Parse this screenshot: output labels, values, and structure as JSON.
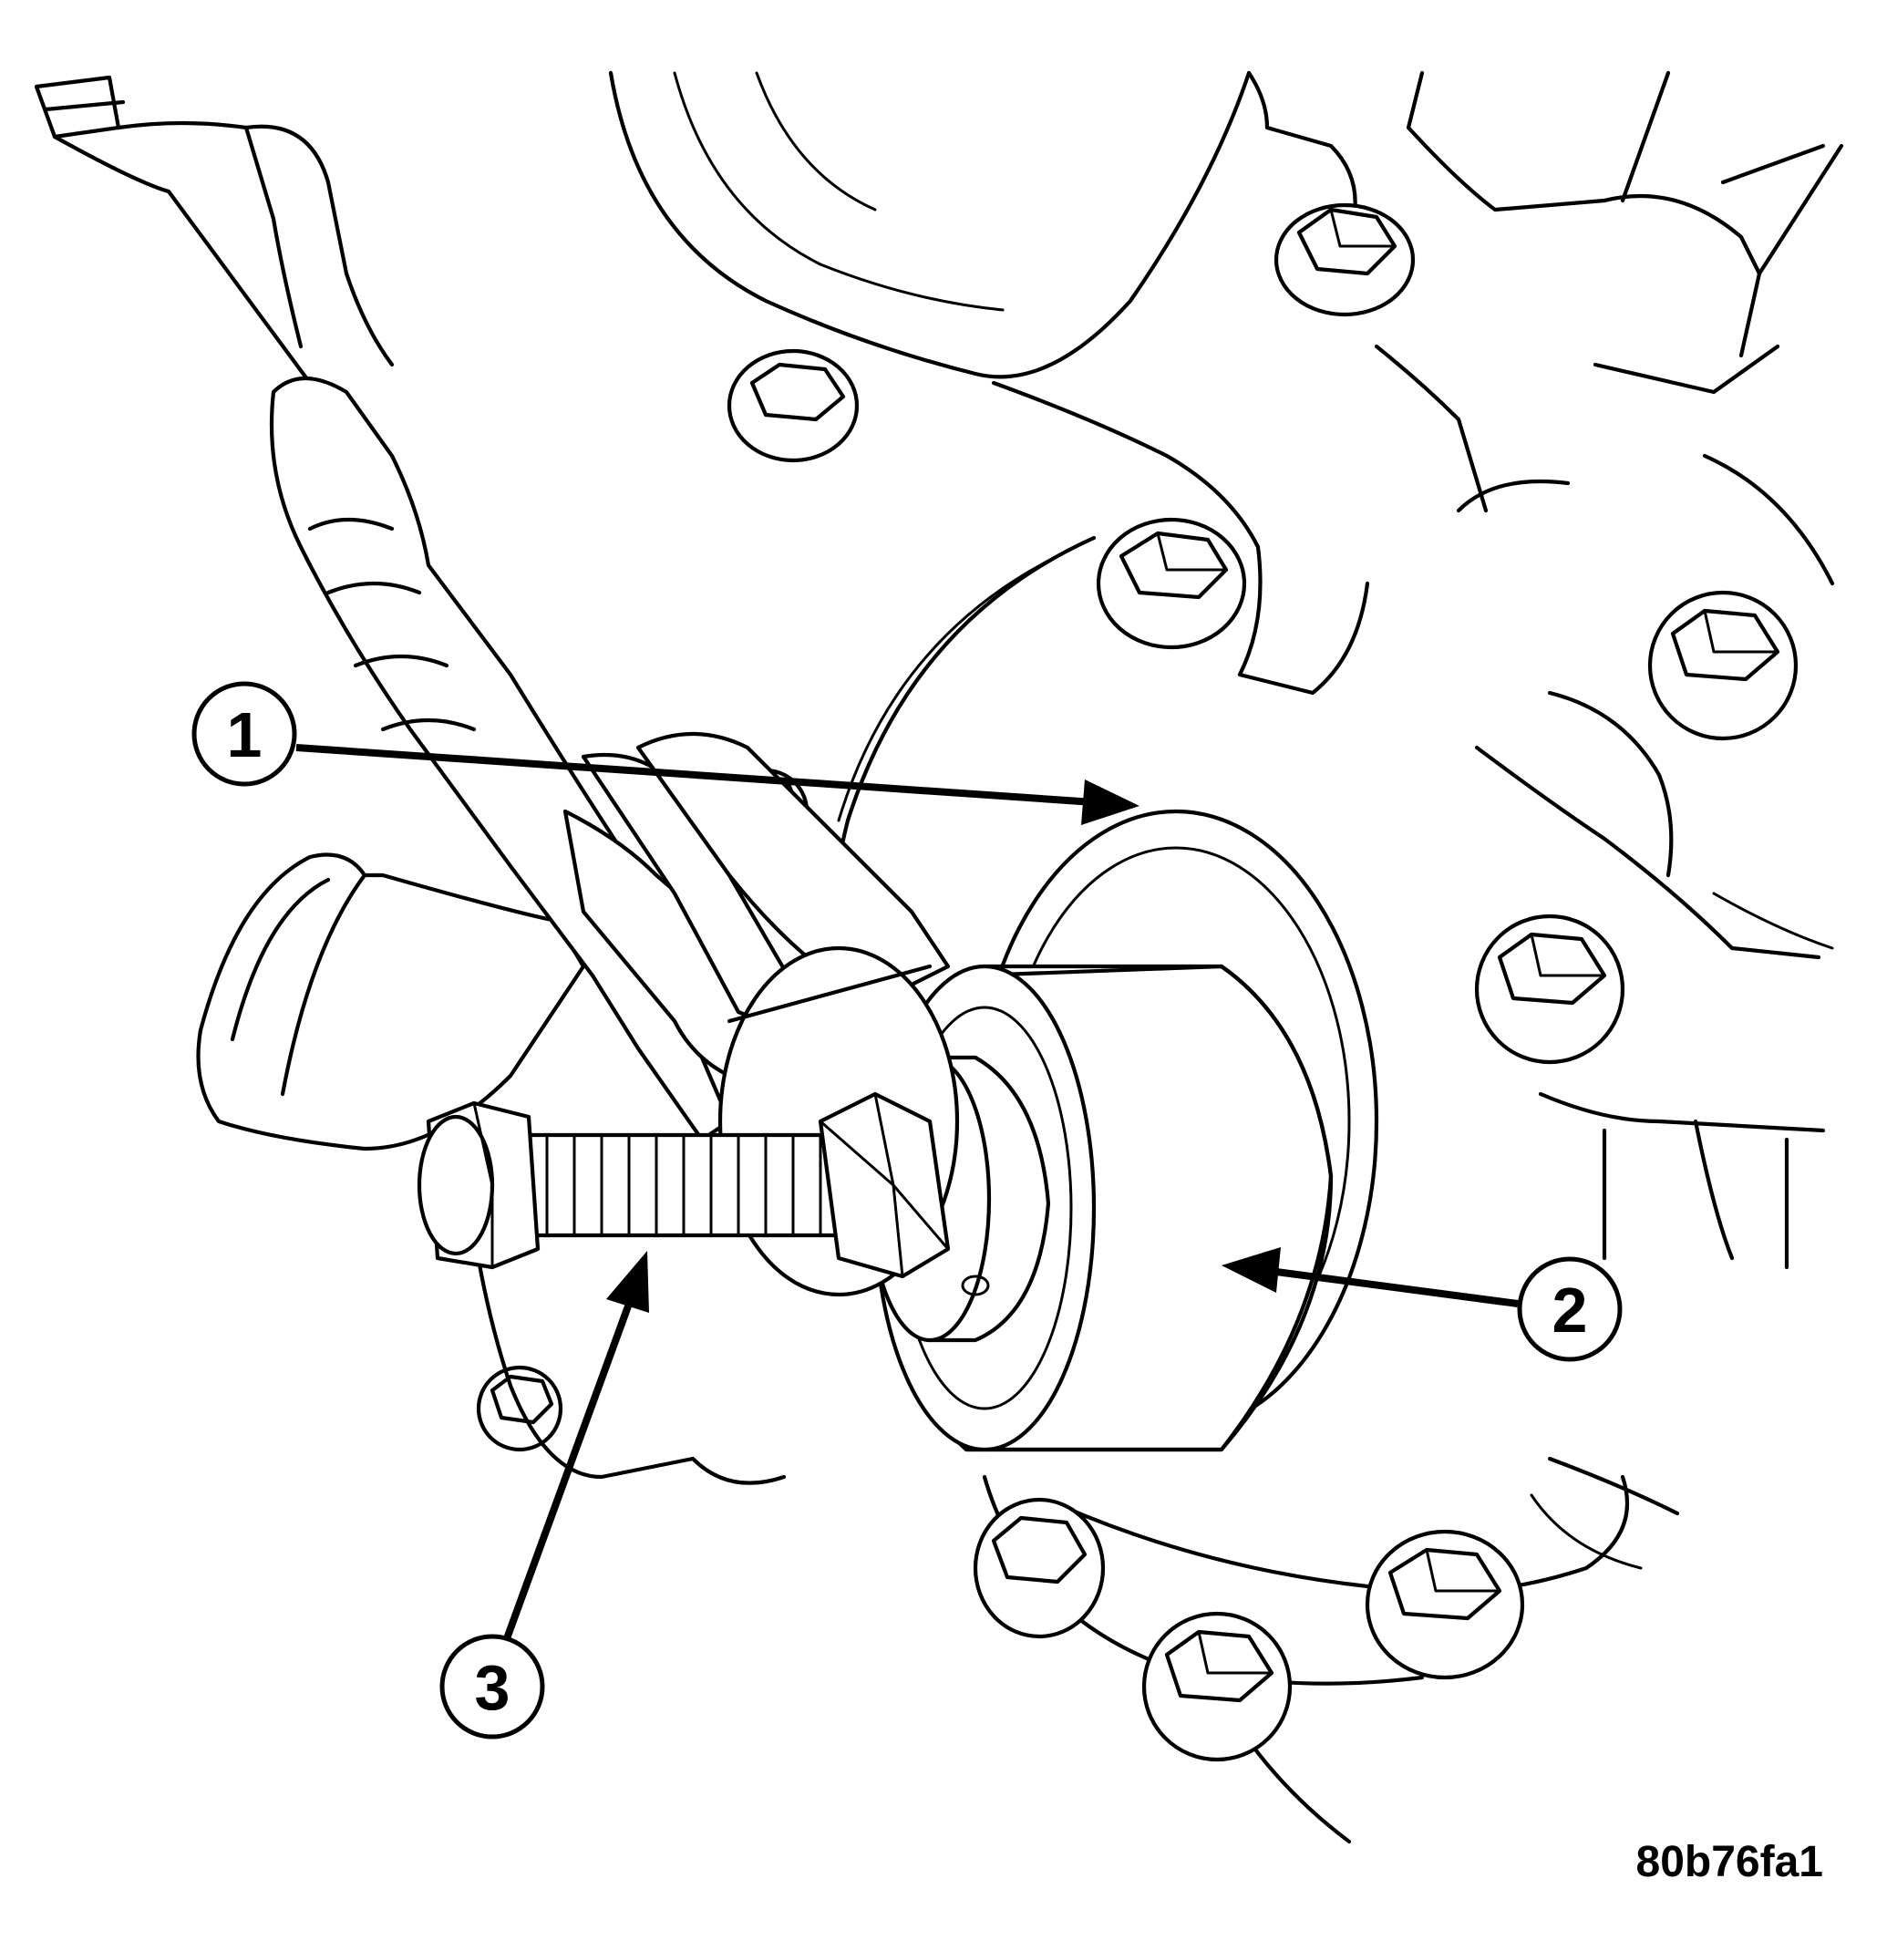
{
  "figure": {
    "id_label": "80b76fa1"
  },
  "callouts": [
    {
      "number": "1",
      "item": "engine-front-cover"
    },
    {
      "number": "2",
      "item": "idler-pulley"
    },
    {
      "number": "3",
      "item": "pulley-bolt"
    }
  ],
  "colors": {
    "ink": "#000000",
    "paper": "#ffffff"
  }
}
